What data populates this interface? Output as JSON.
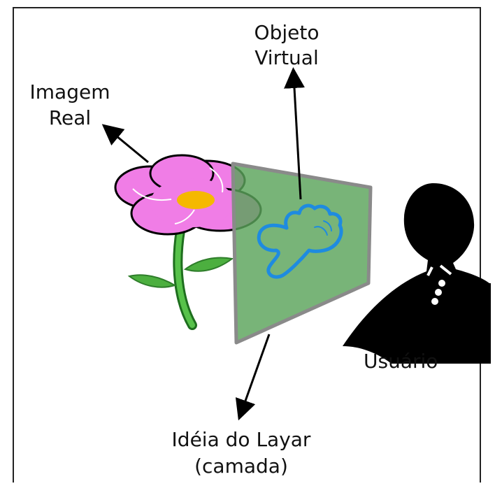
{
  "labels": {
    "objeto_line1": "Objeto",
    "objeto_line2": "Virtual",
    "imagem_line1": "Imagem",
    "imagem_line2": "Real",
    "usuario": "Usuário",
    "layar_line1": "Idéia do Layar",
    "layar_line2": "(camada)"
  },
  "colors": {
    "petal": "#f07de6",
    "flower_center": "#f5b800",
    "stem": "#3fae3a",
    "layer_fill": "#6aaa66",
    "layer_border": "#8a8a8a",
    "hand_outline": "#1e8be0",
    "user": "#000000"
  },
  "icons": [
    "flower-icon",
    "hand-icon",
    "user-silhouette-icon"
  ]
}
